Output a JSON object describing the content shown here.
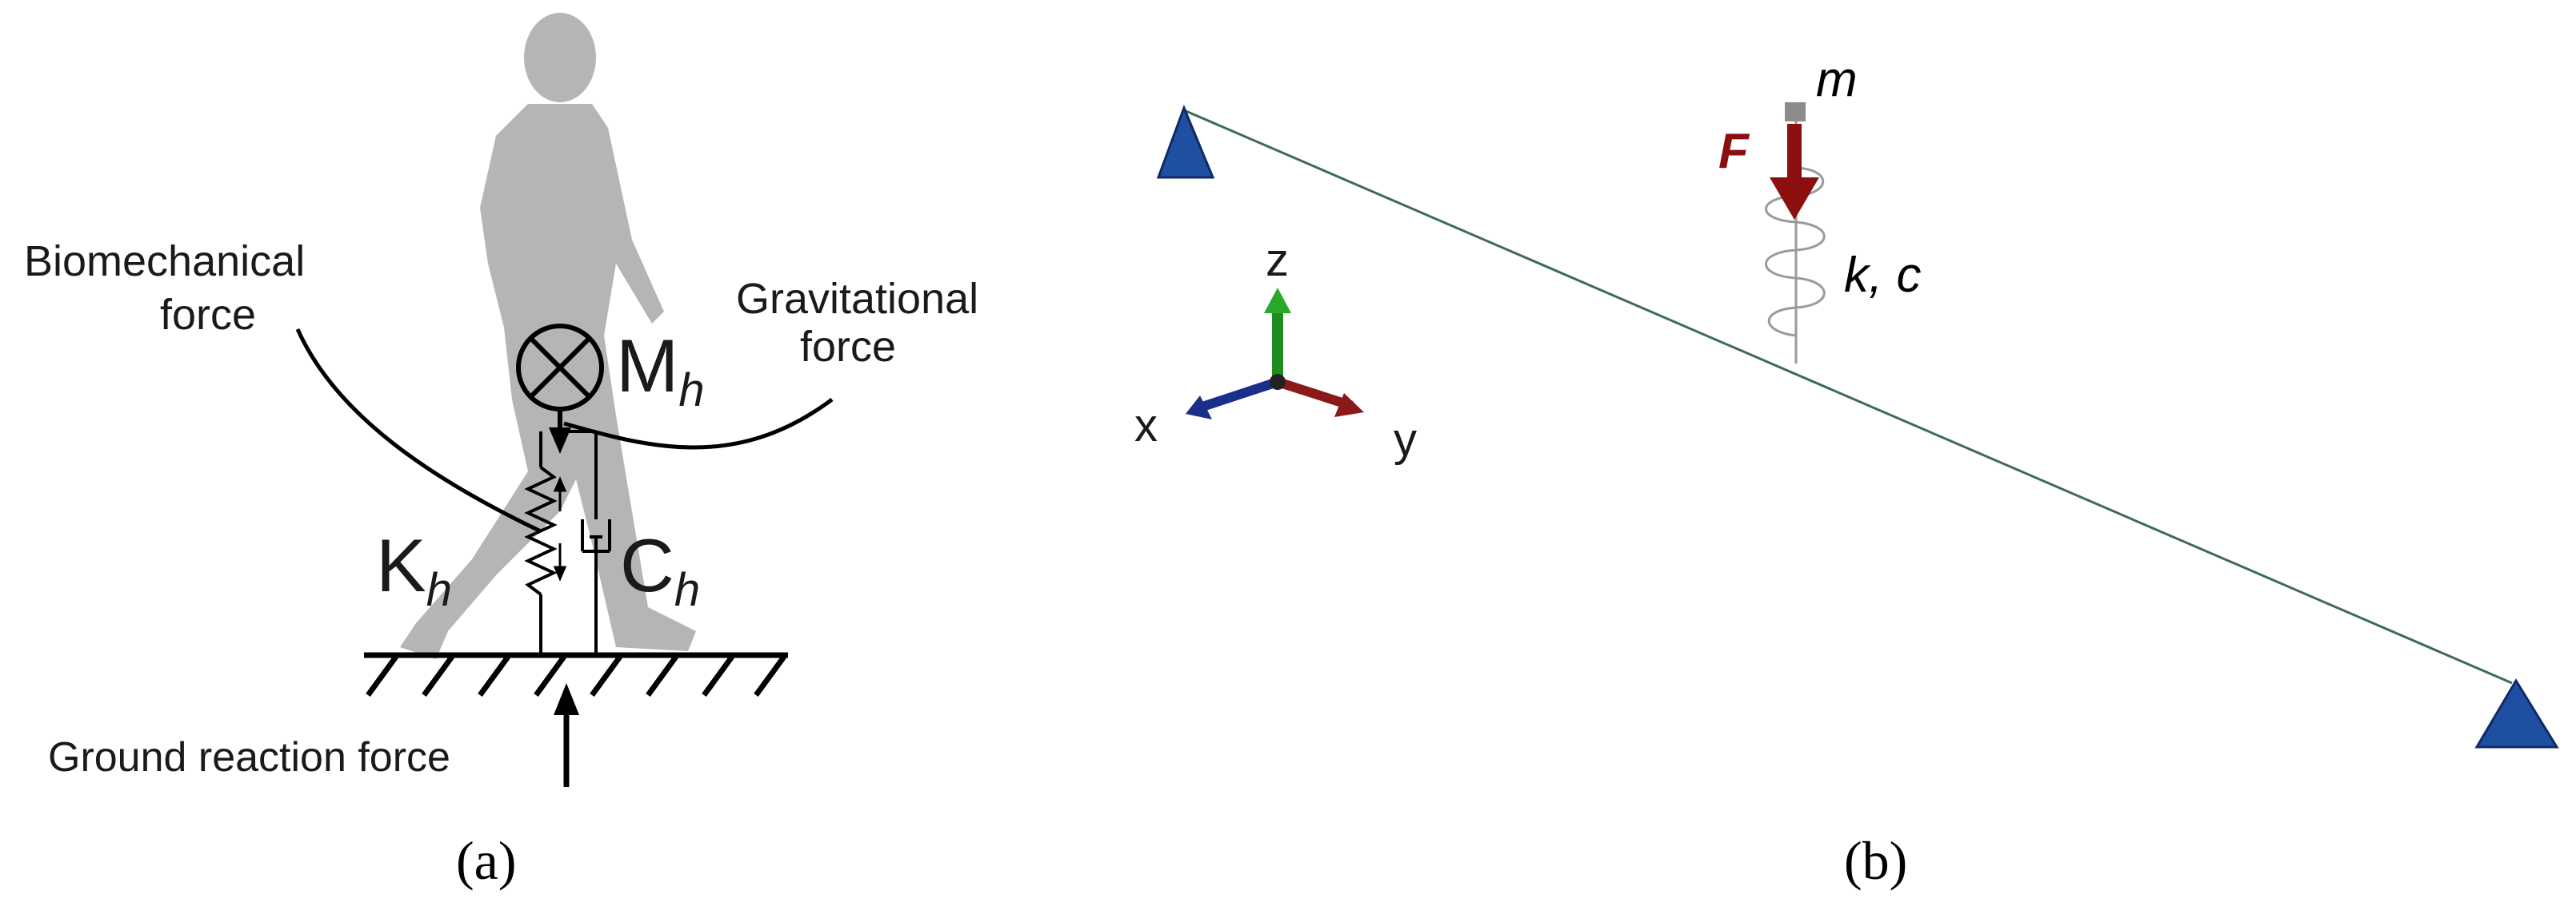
{
  "panel_a": {
    "caption": "(a)",
    "labels": {
      "biomechanical_line1": "Biomechanical",
      "biomechanical_line2": "force",
      "gravitational_line1": "Gravitational",
      "gravitational_line2": "force",
      "mass": "M",
      "mass_sub": "h",
      "stiffness": "K",
      "stiffness_sub": "h",
      "damping": "C",
      "damping_sub": "h",
      "ground_reaction": "Ground reaction force"
    }
  },
  "panel_b": {
    "caption": "(b)",
    "labels": {
      "mass": "m",
      "force": "F",
      "spring_damper": "k, c",
      "axis_z": "z",
      "axis_x": "x",
      "axis_y": "y"
    }
  },
  "colors": {
    "silhouette": "#b5b5b5",
    "beam": "#3f6b52",
    "support": "#1f4fa0",
    "force_arrow": "#8b0f0f",
    "axis_z": "#1e8c1e",
    "axis_x": "#1a2f8a",
    "axis_y": "#8a1a1a"
  }
}
